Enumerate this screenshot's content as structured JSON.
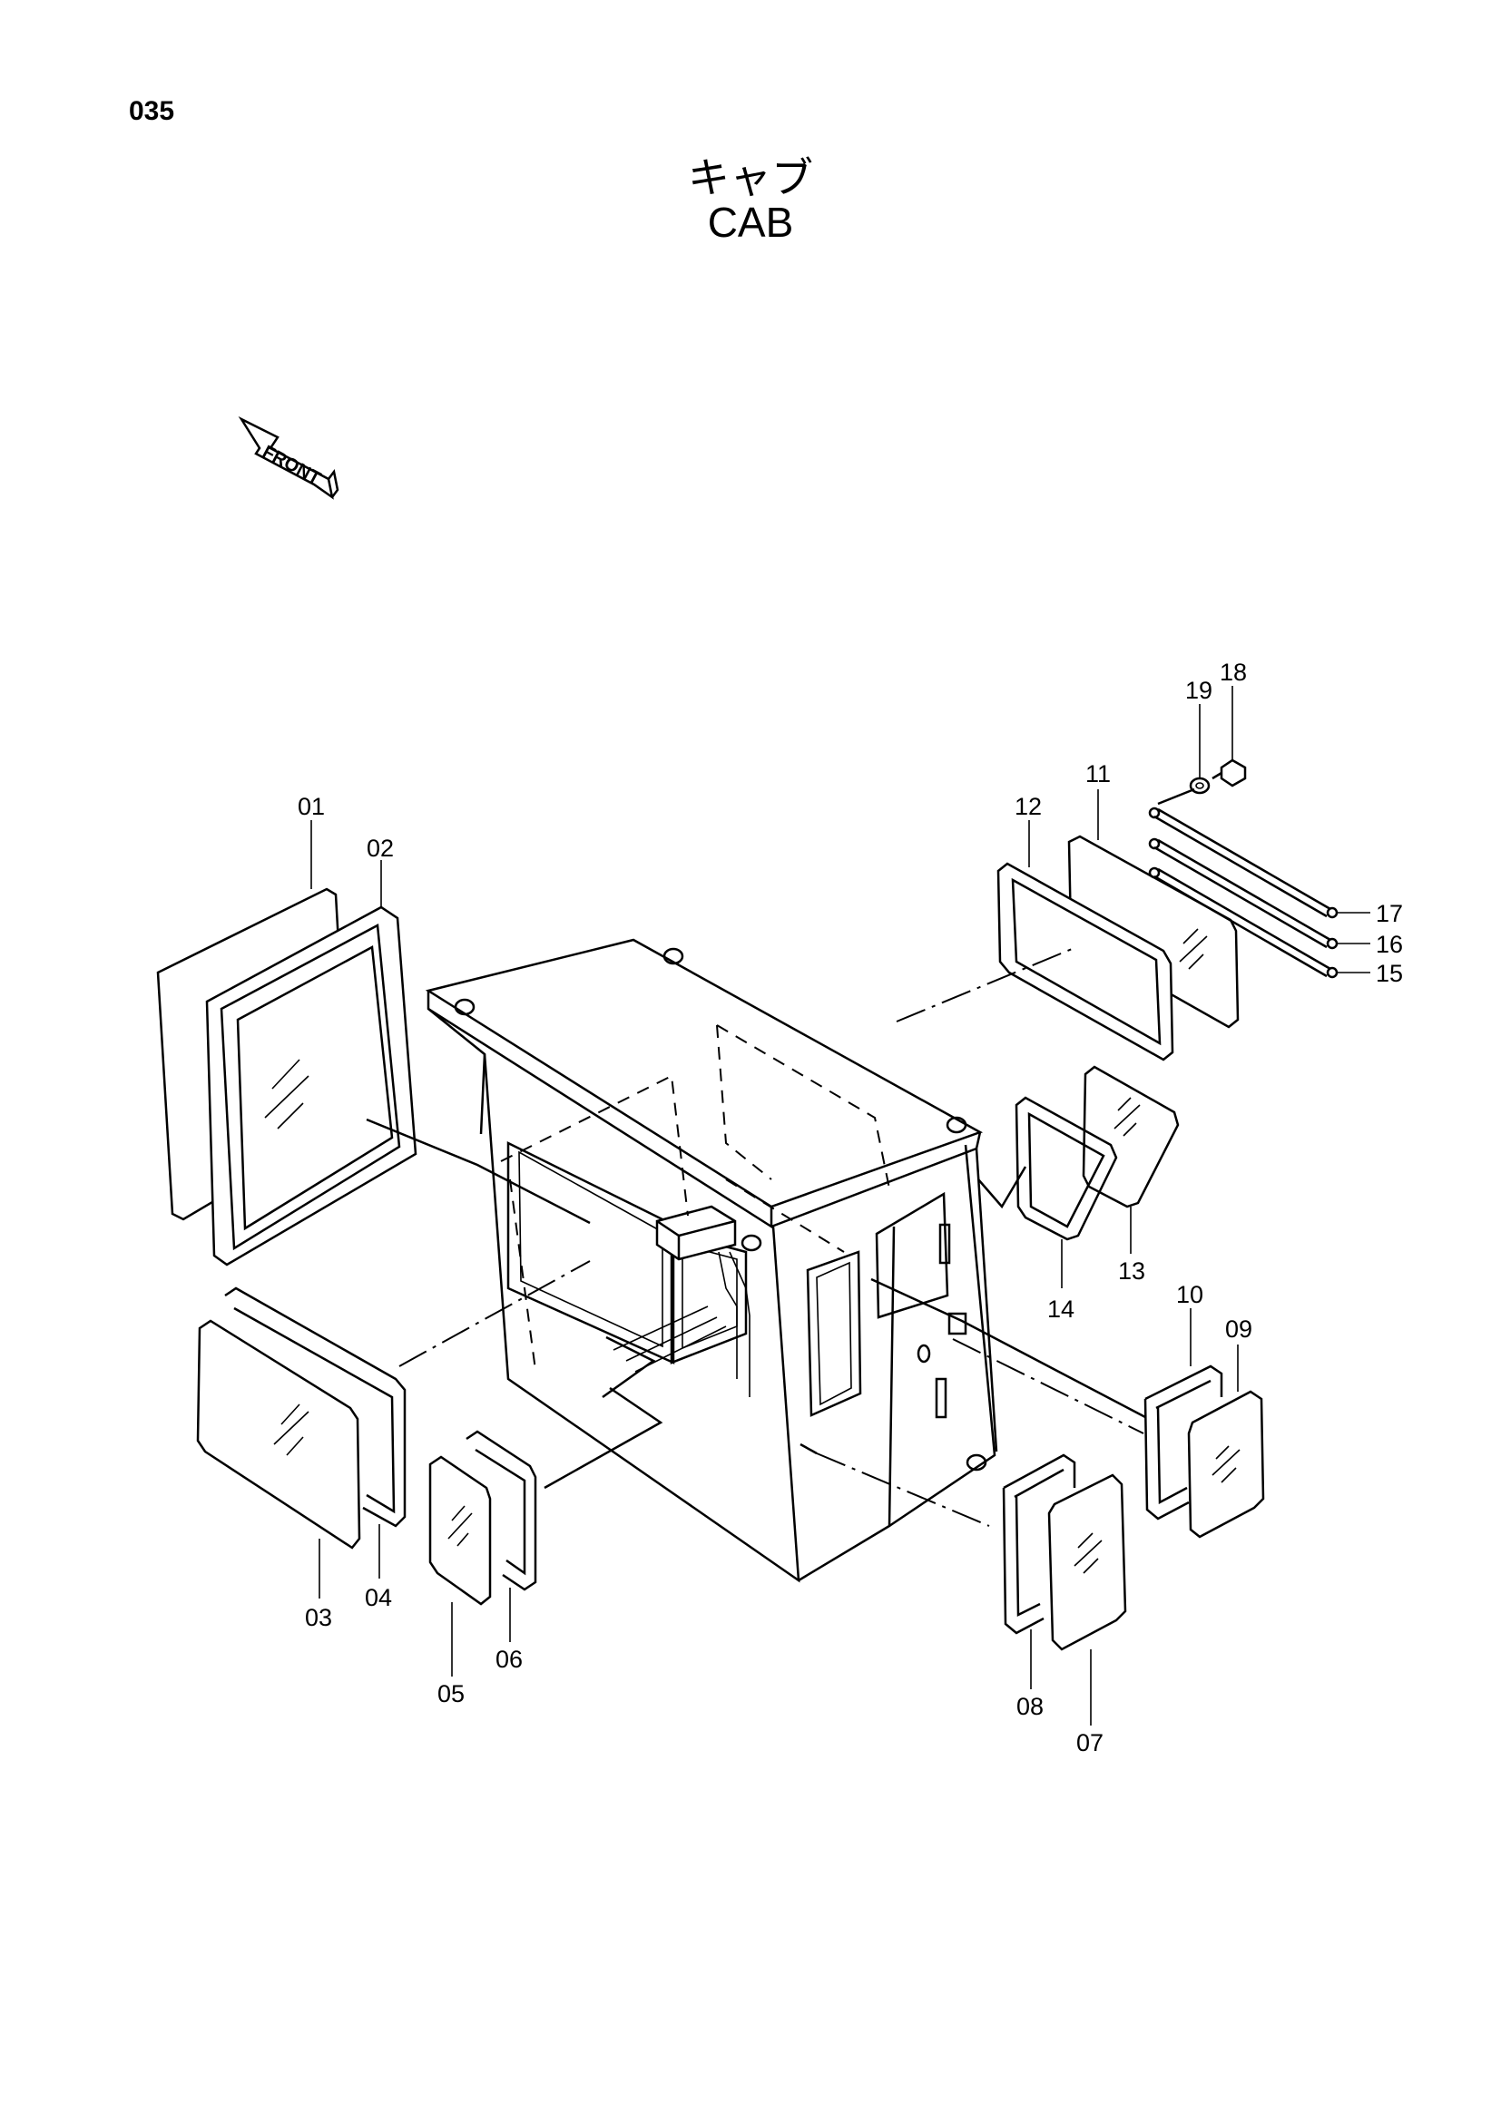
{
  "page": {
    "number": "035"
  },
  "title": {
    "jp": "キャブ",
    "en": "CAB"
  },
  "front_label": "FRONT",
  "callouts": [
    "01",
    "02",
    "03",
    "04",
    "05",
    "06",
    "07",
    "08",
    "09",
    "10",
    "11",
    "12",
    "13",
    "14",
    "15",
    "16",
    "17",
    "18",
    "19"
  ]
}
